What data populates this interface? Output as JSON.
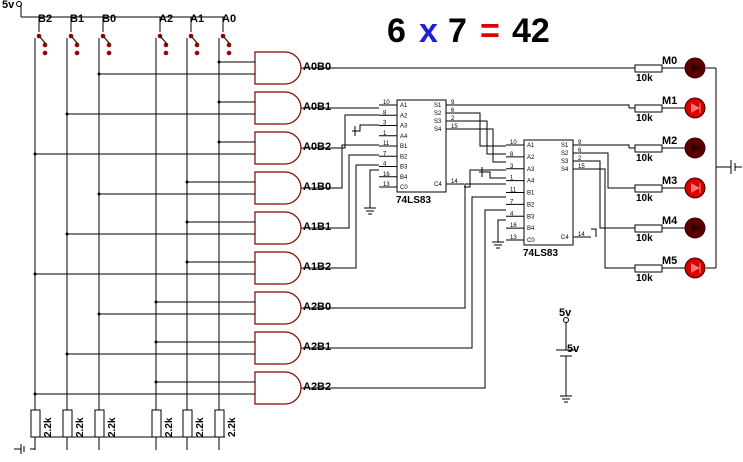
{
  "title": {
    "a": "6",
    "op": "x",
    "b": "7",
    "eq": "=",
    "result": "42"
  },
  "colors": {
    "wire": "#000000",
    "gate": "#8b0000",
    "led_on": "#d40000",
    "led_off": "#5a0000",
    "op_blue": "#1f1fd6",
    "eq_red": "#e00000",
    "text": "#000000"
  },
  "supply": {
    "top_label": "5v",
    "source_label": "5v",
    "source_voltage": "5v"
  },
  "switches": [
    {
      "label": "B2"
    },
    {
      "label": "B1"
    },
    {
      "label": "B0"
    },
    {
      "label": "A2"
    },
    {
      "label": "A1"
    },
    {
      "label": "A0"
    }
  ],
  "resistor_value": "2.2k",
  "gates": [
    {
      "label": "A0B0"
    },
    {
      "label": "A0B1"
    },
    {
      "label": "A0B2"
    },
    {
      "label": "A1B0"
    },
    {
      "label": "A1B1"
    },
    {
      "label": "A1B2"
    },
    {
      "label": "A2B0"
    },
    {
      "label": "A2B1"
    },
    {
      "label": "A2B2"
    }
  ],
  "adders": [
    {
      "name": "74LS83",
      "left_pins": [
        {
          "num": "10",
          "name": "A1"
        },
        {
          "num": "8",
          "name": "A2"
        },
        {
          "num": "3",
          "name": "A3"
        },
        {
          "num": "1",
          "name": "A4"
        },
        {
          "num": "11",
          "name": "B1"
        },
        {
          "num": "7",
          "name": "B2"
        },
        {
          "num": "4",
          "name": "B3"
        },
        {
          "num": "16",
          "name": "B4"
        },
        {
          "num": "13",
          "name": "C0"
        }
      ],
      "right_pins": [
        {
          "num": "9",
          "name": "S1"
        },
        {
          "num": "6",
          "name": "S2"
        },
        {
          "num": "2",
          "name": "S3"
        },
        {
          "num": "15",
          "name": "S4"
        },
        {
          "num": "14",
          "name": "C4"
        }
      ]
    },
    {
      "name": "74LS83",
      "left_pins": [
        {
          "num": "10",
          "name": "A1"
        },
        {
          "num": "8",
          "name": "A2"
        },
        {
          "num": "3",
          "name": "A3"
        },
        {
          "num": "1",
          "name": "A4"
        },
        {
          "num": "11",
          "name": "B1"
        },
        {
          "num": "7",
          "name": "B2"
        },
        {
          "num": "4",
          "name": "B3"
        },
        {
          "num": "16",
          "name": "B4"
        },
        {
          "num": "13",
          "name": "C0"
        }
      ],
      "right_pins": [
        {
          "num": "9",
          "name": "S1"
        },
        {
          "num": "6",
          "name": "S2"
        },
        {
          "num": "2",
          "name": "S3"
        },
        {
          "num": "15",
          "name": "S4"
        },
        {
          "num": "14",
          "name": "C4"
        }
      ]
    }
  ],
  "outputs": [
    {
      "label": "M0",
      "resistor": "10k",
      "lit": false
    },
    {
      "label": "M1",
      "resistor": "10k",
      "lit": true
    },
    {
      "label": "M2",
      "resistor": "10k",
      "lit": false
    },
    {
      "label": "M3",
      "resistor": "10k",
      "lit": true
    },
    {
      "label": "M4",
      "resistor": "10k",
      "lit": false
    },
    {
      "label": "M5",
      "resistor": "10k",
      "lit": true
    }
  ]
}
